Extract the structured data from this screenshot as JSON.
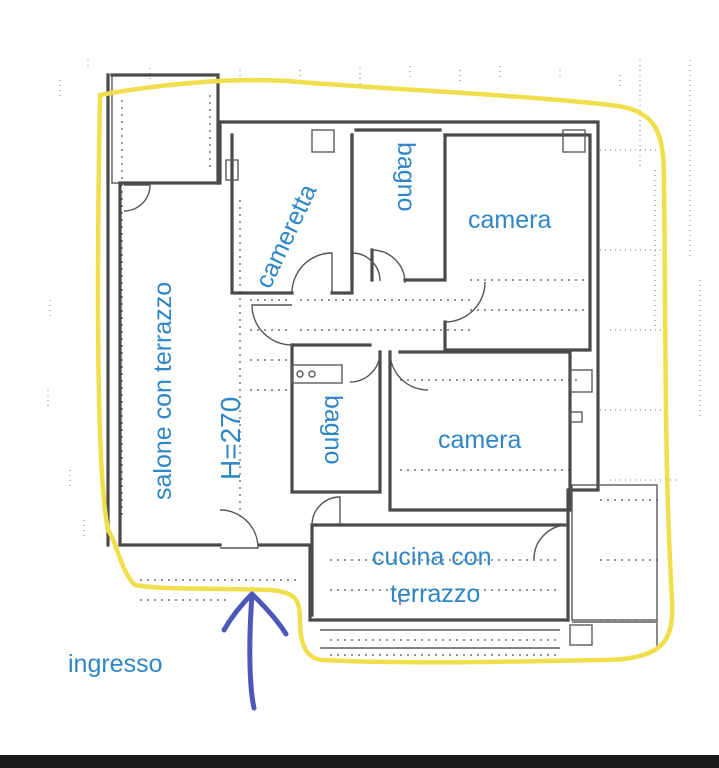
{
  "rooms": {
    "salone": "salone con terrazzo",
    "cameretta": "cameretta",
    "bagno_top": "bagno",
    "camera_top": "camera",
    "bagno_mid": "bagno",
    "camera_mid": "camera",
    "cucina_line1": "cucina con",
    "cucina_line2": "terrazzo"
  },
  "ceiling_height": "H=270",
  "entrance_label": "ingresso",
  "colors": {
    "label_blue": "#2f86c6",
    "highlight_yellow": "#f0df4a",
    "arrow_blue": "#4d57b8",
    "wall_gray": "#4a4a4a"
  }
}
